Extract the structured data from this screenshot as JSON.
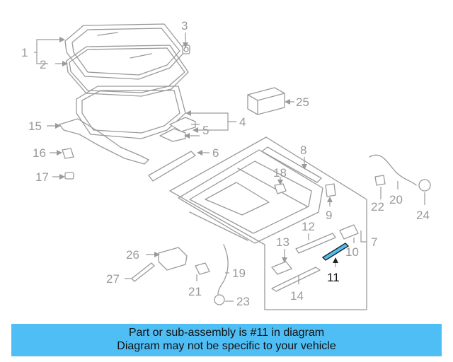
{
  "diagram": {
    "callouts": [
      "1",
      "2",
      "3",
      "4",
      "5",
      "6",
      "7",
      "8",
      "9",
      "10",
      "11",
      "12",
      "13",
      "14",
      "15",
      "16",
      "17",
      "18",
      "19",
      "20",
      "21",
      "22",
      "23",
      "24",
      "25",
      "26",
      "27"
    ],
    "highlighted_part": "11",
    "highlight_color": "#4fbef5",
    "line_color": "#9a9a9a"
  },
  "banner": {
    "line1": "Part or sub-assembly is #11 in diagram",
    "line2": "Diagram may not be specific to your vehicle",
    "background": "#4fbef5"
  }
}
